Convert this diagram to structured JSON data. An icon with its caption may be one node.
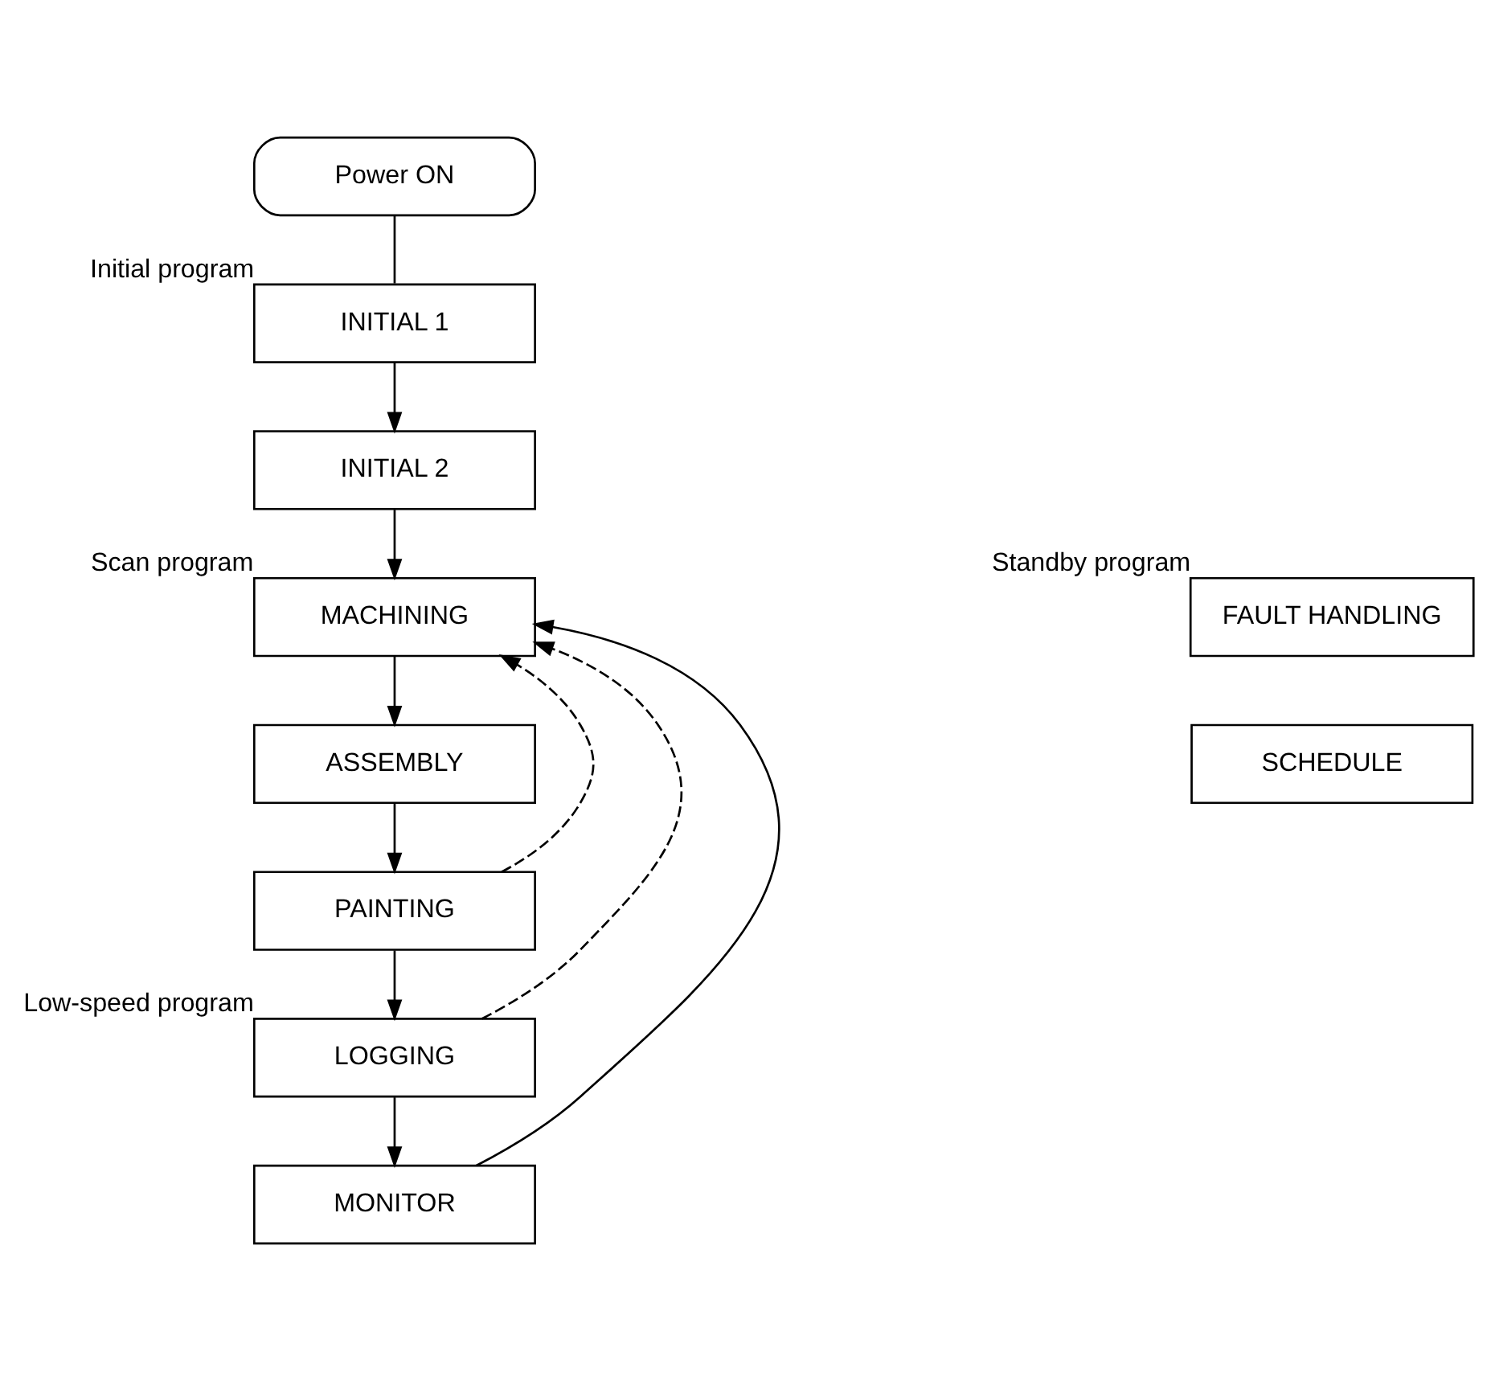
{
  "diagram": {
    "nodes": [
      {
        "text": [
          "Power ON"
        ]
      },
      {
        "text": [
          "INITIAL 1"
        ],
        "beside": [
          "Initial program"
        ]
      },
      {
        "text": [
          "INITIAL 2"
        ]
      },
      {
        "text": [
          "MACHINING"
        ],
        "beside": [
          "Scan program"
        ]
      },
      {
        "text": [
          "ASSEMBLY"
        ]
      },
      {
        "text": [
          "PAINTING"
        ]
      },
      {
        "text": [
          "LOGGING"
        ],
        "beside": [
          "Low-speed program"
        ]
      },
      {
        "text": [
          "MONITOR"
        ]
      },
      {
        "text": [
          "FAULT HANDLING"
        ],
        "beside": [
          "Standby program"
        ]
      },
      {
        "text": [
          "SCHEDULE"
        ]
      }
    ],
    "edges": [
      {
        "from": 0,
        "to": 1,
        "arrow": "none"
      },
      {
        "from": 1,
        "to": 2,
        "arrow": "to"
      },
      {
        "from": 2,
        "to": 3,
        "arrow": "to"
      },
      {
        "from": 3,
        "to": 4,
        "arrow": "to"
      },
      {
        "from": 4,
        "to": 5,
        "arrow": "to"
      },
      {
        "from": 5,
        "to": 6,
        "arrow": "to"
      },
      {
        "from": 6,
        "to": 7,
        "arrow": "to"
      },
      {
        "from": 7,
        "to": 3,
        "arrow": "to"
      },
      {
        "from": 5,
        "to": 3,
        "arrow": "to",
        "style": "dashed"
      },
      {
        "from": 6,
        "to": 3,
        "arrow": "to",
        "style": "dashed"
      }
    ]
  }
}
